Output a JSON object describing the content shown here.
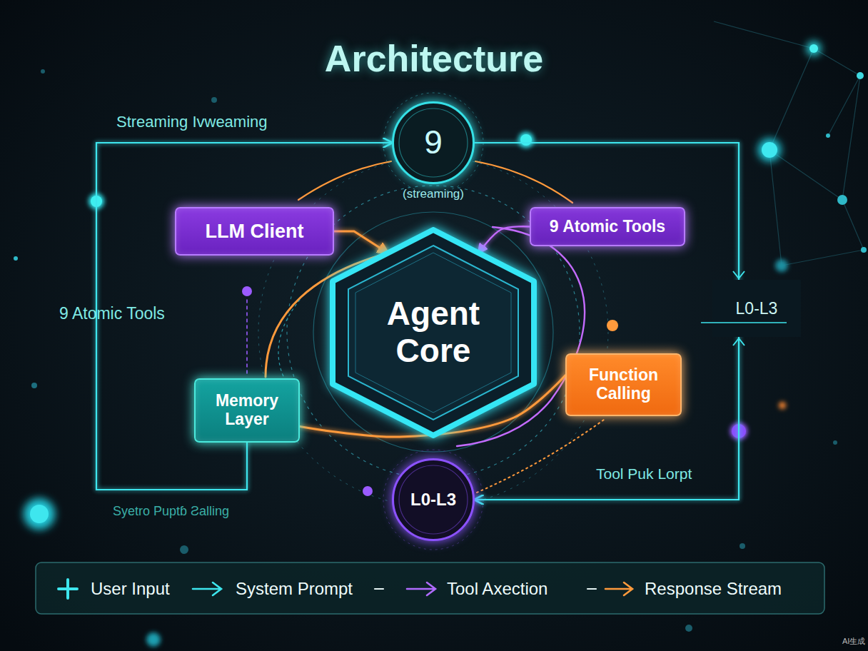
{
  "diagram": {
    "title": "Architecture",
    "nodes": [
      {
        "text": [
          "9",
          "(streaming)"
        ]
      },
      {
        "text": [
          "LLM Client"
        ]
      },
      {
        "text": [
          "9 Atomic Tools"
        ]
      },
      {
        "text": [
          "Agent Core"
        ]
      },
      {
        "text": [
          "Memory Layer"
        ]
      },
      {
        "text": [
          "Function Calling"
        ]
      },
      {
        "text": [
          "L0-L3"
        ]
      }
    ],
    "edges": [
      {
        "from": 4,
        "to": 0,
        "arrow": "to",
        "label": "Streaming Ivweaming"
      },
      {
        "from": 0,
        "to": 6,
        "arrow": "to",
        "label": "Tool Puk Lorpt"
      },
      {
        "from": 1,
        "to": 3,
        "arrow": "to"
      },
      {
        "from": 2,
        "to": 3,
        "arrow": "to"
      },
      {
        "from": 4,
        "to": 5,
        "arrow": "none"
      }
    ],
    "labels": [
      "9 Atomic Tools",
      "L0-L3",
      "Syetro Puptɓ Ƨalling",
      "User Input",
      "System Prompt",
      "Tool Axection",
      "Response Stream",
      "AI生成"
    ]
  }
}
